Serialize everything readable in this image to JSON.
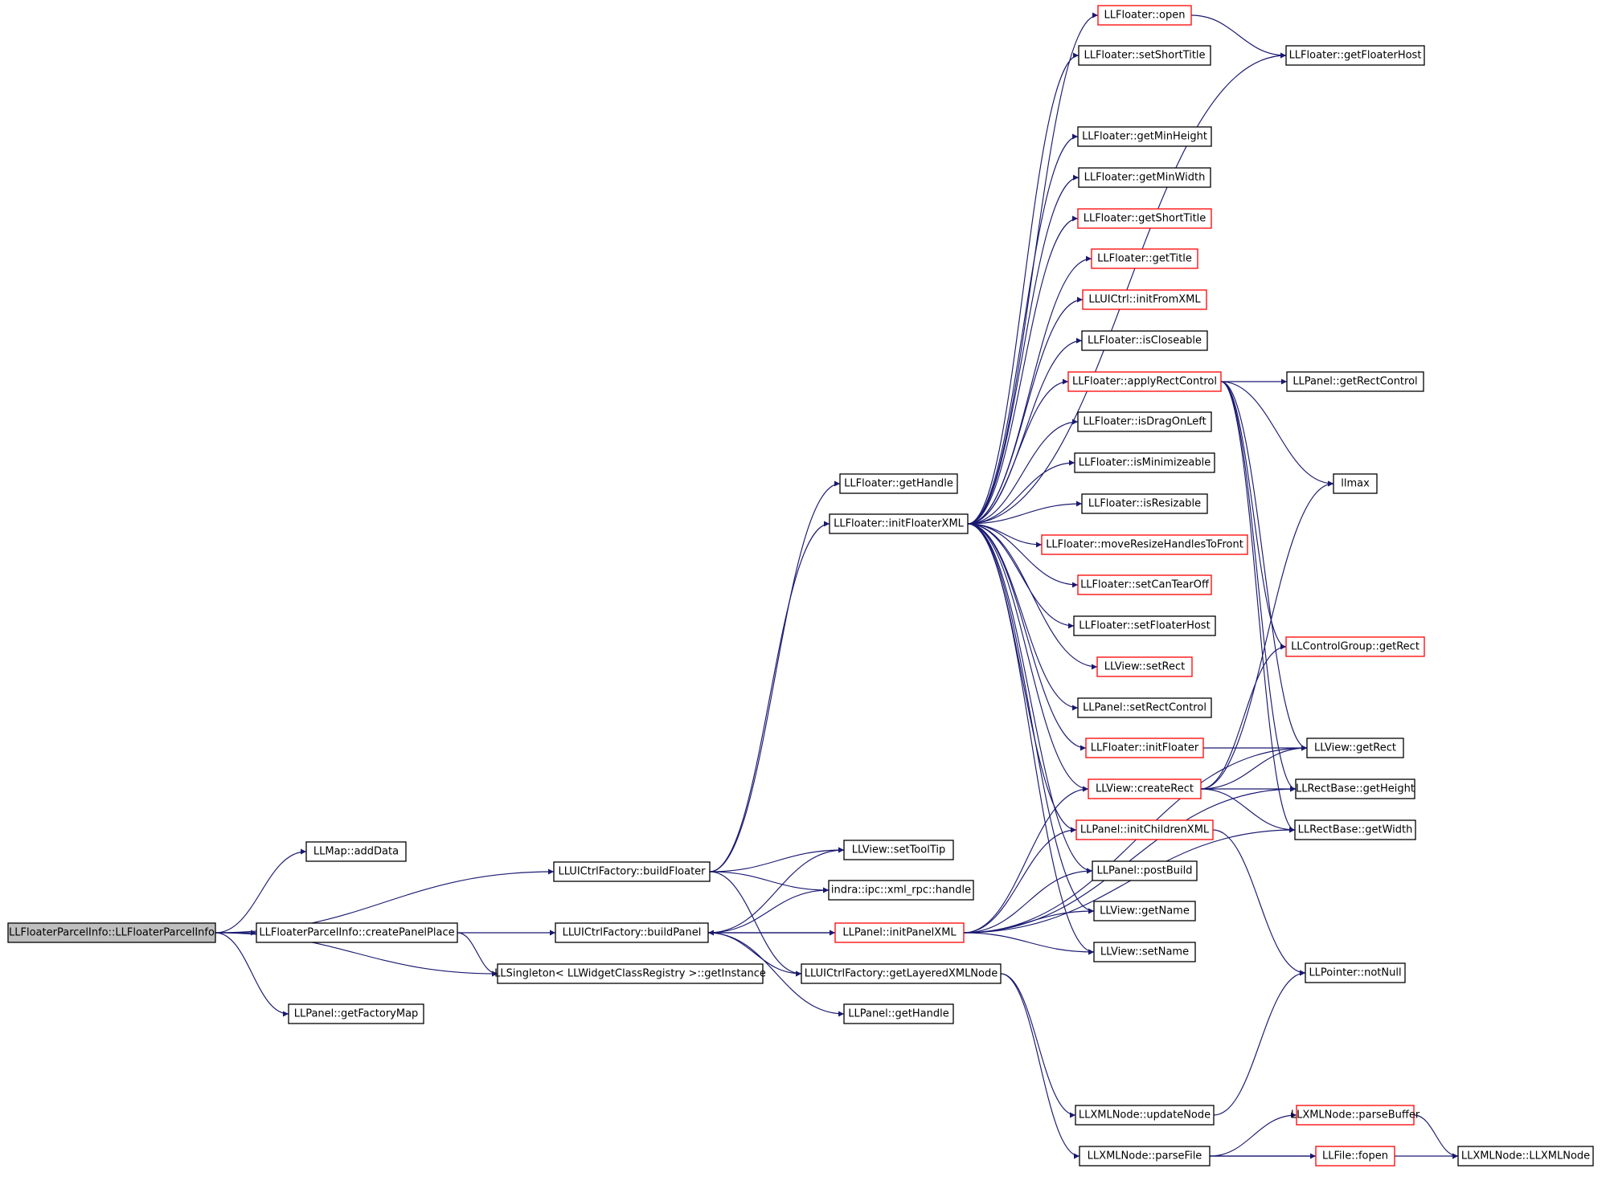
{
  "diagram": {
    "type": "call-graph",
    "colors": {
      "edge": "#191970",
      "node_border": "#000000",
      "truncated_node_border": "#ff0000",
      "root_fill": "#bfbfbf",
      "node_fill": "#ffffff",
      "background": "#ffffff"
    },
    "nodes": [
      {
        "id": "root",
        "label": "LLFloaterParcelInfo::LLFloaterParcelInfo",
        "style": "root"
      },
      {
        "id": "addData",
        "label": "LLMap::addData",
        "style": "normal"
      },
      {
        "id": "createPanelPlace",
        "label": "LLFloaterParcelInfo::createPanelPlace",
        "style": "normal"
      },
      {
        "id": "getFactoryMap",
        "label": "LLPanel::getFactoryMap",
        "style": "normal"
      },
      {
        "id": "buildFloater",
        "label": "LLUICtrlFactory::buildFloater",
        "style": "normal"
      },
      {
        "id": "buildPanel",
        "label": "LLUICtrlFactory::buildPanel",
        "style": "normal"
      },
      {
        "id": "getInstance",
        "label": "LLSingleton< LLWidgetClassRegistry >::getInstance",
        "style": "normal"
      },
      {
        "id": "floaterGetHandle",
        "label": "LLFloater::getHandle",
        "style": "normal"
      },
      {
        "id": "initFloaterXML",
        "label": "LLFloater::initFloaterXML",
        "style": "normal"
      },
      {
        "id": "setToolTip",
        "label": "LLView::setToolTip",
        "style": "normal"
      },
      {
        "id": "xmlRpcHandle",
        "label": "indra::ipc::xml_rpc::handle",
        "style": "normal"
      },
      {
        "id": "initPanelXML",
        "label": "LLPanel::initPanelXML",
        "style": "red"
      },
      {
        "id": "getLayeredXMLNode",
        "label": "LLUICtrlFactory::getLayeredXMLNode",
        "style": "normal"
      },
      {
        "id": "panelGetHandle",
        "label": "LLPanel::getHandle",
        "style": "normal"
      },
      {
        "id": "open",
        "label": "LLFloater::open",
        "style": "red"
      },
      {
        "id": "setShortTitle",
        "label": "LLFloater::setShortTitle",
        "style": "normal"
      },
      {
        "id": "getMinHeight",
        "label": "LLFloater::getMinHeight",
        "style": "normal"
      },
      {
        "id": "getMinWidth",
        "label": "LLFloater::getMinWidth",
        "style": "normal"
      },
      {
        "id": "getShortTitle",
        "label": "LLFloater::getShortTitle",
        "style": "red"
      },
      {
        "id": "getTitle",
        "label": "LLFloater::getTitle",
        "style": "red"
      },
      {
        "id": "initFromXML",
        "label": "LLUICtrl::initFromXML",
        "style": "red"
      },
      {
        "id": "isCloseable",
        "label": "LLFloater::isCloseable",
        "style": "normal"
      },
      {
        "id": "applyRectControl",
        "label": "LLFloater::applyRectControl",
        "style": "red"
      },
      {
        "id": "isDragOnLeft",
        "label": "LLFloater::isDragOnLeft",
        "style": "normal"
      },
      {
        "id": "isMinimizeable",
        "label": "LLFloater::isMinimizeable",
        "style": "normal"
      },
      {
        "id": "isResizable",
        "label": "LLFloater::isResizable",
        "style": "normal"
      },
      {
        "id": "moveResizeHandlesToFront",
        "label": "LLFloater::moveResizeHandlesToFront",
        "style": "red"
      },
      {
        "id": "setCanTearOff",
        "label": "LLFloater::setCanTearOff",
        "style": "red"
      },
      {
        "id": "setFloaterHost",
        "label": "LLFloater::setFloaterHost",
        "style": "normal"
      },
      {
        "id": "viewSetRect",
        "label": "LLView::setRect",
        "style": "red"
      },
      {
        "id": "setRectControl",
        "label": "LLPanel::setRectControl",
        "style": "normal"
      },
      {
        "id": "initFloater",
        "label": "LLFloater::initFloater",
        "style": "red"
      },
      {
        "id": "createRect",
        "label": "LLView::createRect",
        "style": "red"
      },
      {
        "id": "initChildrenXML",
        "label": "LLPanel::initChildrenXML",
        "style": "red"
      },
      {
        "id": "postBuild",
        "label": "LLPanel::postBuild",
        "style": "normal"
      },
      {
        "id": "getName",
        "label": "LLView::getName",
        "style": "normal"
      },
      {
        "id": "setName",
        "label": "LLView::setName",
        "style": "normal"
      },
      {
        "id": "updateNode",
        "label": "LLXMLNode::updateNode",
        "style": "normal"
      },
      {
        "id": "parseFile",
        "label": "LLXMLNode::parseFile",
        "style": "normal"
      },
      {
        "id": "getFloaterHost",
        "label": "LLFloater::getFloaterHost",
        "style": "normal"
      },
      {
        "id": "getRectControl",
        "label": "LLPanel::getRectControl",
        "style": "normal"
      },
      {
        "id": "llmax",
        "label": "llmax",
        "style": "normal"
      },
      {
        "id": "controlGroupGetRect",
        "label": "LLControlGroup::getRect",
        "style": "red"
      },
      {
        "id": "viewGetRect",
        "label": "LLView::getRect",
        "style": "normal"
      },
      {
        "id": "getHeight",
        "label": "LLRectBase::getHeight",
        "style": "normal"
      },
      {
        "id": "getWidth",
        "label": "LLRectBase::getWidth",
        "style": "normal"
      },
      {
        "id": "notNull",
        "label": "LLPointer::notNull",
        "style": "normal"
      },
      {
        "id": "parseBuffer",
        "label": "LLXMLNode::parseBuffer",
        "style": "red"
      },
      {
        "id": "fopen",
        "label": "LLFile::fopen",
        "style": "red"
      },
      {
        "id": "xmlNodeCtor",
        "label": "LLXMLNode::LLXMLNode",
        "style": "normal"
      }
    ],
    "edges": [
      [
        "root",
        "addData"
      ],
      [
        "root",
        "createPanelPlace"
      ],
      [
        "root",
        "getFactoryMap"
      ],
      [
        "root",
        "buildFloater"
      ],
      [
        "root",
        "getInstance"
      ],
      [
        "createPanelPlace",
        "buildPanel"
      ],
      [
        "createPanelPlace",
        "getInstance"
      ],
      [
        "buildFloater",
        "floaterGetHandle"
      ],
      [
        "buildFloater",
        "initFloaterXML"
      ],
      [
        "buildFloater",
        "setToolTip"
      ],
      [
        "buildFloater",
        "xmlRpcHandle"
      ],
      [
        "buildFloater",
        "getLayeredXMLNode"
      ],
      [
        "buildPanel",
        "setToolTip"
      ],
      [
        "buildPanel",
        "xmlRpcHandle"
      ],
      [
        "buildPanel",
        "initPanelXML"
      ],
      [
        "buildPanel",
        "getLayeredXMLNode"
      ],
      [
        "buildPanel",
        "panelGetHandle"
      ],
      [
        "initFloaterXML",
        "open"
      ],
      [
        "initFloaterXML",
        "setShortTitle"
      ],
      [
        "initFloaterXML",
        "getFloaterHost"
      ],
      [
        "initFloaterXML",
        "getMinHeight"
      ],
      [
        "initFloaterXML",
        "getMinWidth"
      ],
      [
        "initFloaterXML",
        "getShortTitle"
      ],
      [
        "initFloaterXML",
        "getTitle"
      ],
      [
        "initFloaterXML",
        "initFromXML"
      ],
      [
        "initFloaterXML",
        "isCloseable"
      ],
      [
        "initFloaterXML",
        "applyRectControl"
      ],
      [
        "initFloaterXML",
        "isDragOnLeft"
      ],
      [
        "initFloaterXML",
        "isMinimizeable"
      ],
      [
        "initFloaterXML",
        "isResizable"
      ],
      [
        "initFloaterXML",
        "moveResizeHandlesToFront"
      ],
      [
        "initFloaterXML",
        "setCanTearOff"
      ],
      [
        "initFloaterXML",
        "setFloaterHost"
      ],
      [
        "initFloaterXML",
        "viewSetRect"
      ],
      [
        "initFloaterXML",
        "setRectControl"
      ],
      [
        "initFloaterXML",
        "initFloater"
      ],
      [
        "initFloaterXML",
        "createRect"
      ],
      [
        "initFloaterXML",
        "initChildrenXML"
      ],
      [
        "initFloaterXML",
        "postBuild"
      ],
      [
        "initFloaterXML",
        "getName"
      ],
      [
        "initFloaterXML",
        "setName"
      ],
      [
        "initPanelXML",
        "buildPanel"
      ],
      [
        "initPanelXML",
        "createRect"
      ],
      [
        "initPanelXML",
        "initChildrenXML"
      ],
      [
        "initPanelXML",
        "postBuild"
      ],
      [
        "initPanelXML",
        "getName"
      ],
      [
        "initPanelXML",
        "setName"
      ],
      [
        "initPanelXML",
        "viewGetRect"
      ],
      [
        "initPanelXML",
        "getWidth"
      ],
      [
        "initPanelXML",
        "getHeight"
      ],
      [
        "getLayeredXMLNode",
        "updateNode"
      ],
      [
        "getLayeredXMLNode",
        "parseFile"
      ],
      [
        "open",
        "getFloaterHost"
      ],
      [
        "applyRectControl",
        "getRectControl"
      ],
      [
        "applyRectControl",
        "llmax"
      ],
      [
        "applyRectControl",
        "controlGroupGetRect"
      ],
      [
        "applyRectControl",
        "viewGetRect"
      ],
      [
        "applyRectControl",
        "getHeight"
      ],
      [
        "applyRectControl",
        "getWidth"
      ],
      [
        "initFloater",
        "viewGetRect"
      ],
      [
        "createRect",
        "viewGetRect"
      ],
      [
        "createRect",
        "getHeight"
      ],
      [
        "createRect",
        "getWidth"
      ],
      [
        "createRect",
        "llmax"
      ],
      [
        "createRect",
        "controlGroupGetRect"
      ],
      [
        "initChildrenXML",
        "notNull"
      ],
      [
        "updateNode",
        "notNull"
      ],
      [
        "parseFile",
        "parseBuffer"
      ],
      [
        "parseFile",
        "fopen"
      ],
      [
        "parseFile",
        "xmlNodeCtor"
      ],
      [
        "parseBuffer",
        "xmlNodeCtor"
      ]
    ]
  }
}
